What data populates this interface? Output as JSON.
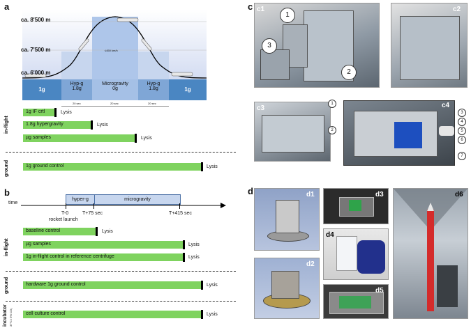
{
  "panels": {
    "a": "a",
    "b": "b",
    "c": "c",
    "d": "d"
  },
  "flight_profile": {
    "altitudes": [
      "ca. 8'500 m",
      "ca. 7'500 m",
      "ca. 6'000 m"
    ],
    "speed": "≤450 km/h",
    "phases": [
      {
        "name": "1g",
        "sub": ""
      },
      {
        "name": "Hyp-g",
        "sub": "1.8g"
      },
      {
        "name": "Microgravity",
        "sub": "0g"
      },
      {
        "name": "Hyp-g",
        "sub": "1.8g"
      },
      {
        "name": "1g",
        "sub": ""
      }
    ],
    "durations": [
      "20 sec",
      "20 sec",
      "20 sec"
    ]
  },
  "panel_a": {
    "inflight_label": "in-flight",
    "ground_label": "ground",
    "bars": [
      {
        "label": "1g IF crtl",
        "lysis": "Lysis",
        "fraction": 0.17
      },
      {
        "label": "1.8g hypergravity",
        "lysis": "Lysis",
        "fraction": 0.36
      },
      {
        "label": "µg samples",
        "lysis": "Lysis",
        "fraction": 0.58
      }
    ],
    "ground_bar": {
      "label": "1g ground control",
      "lysis": "Lysis",
      "fraction": 0.92
    }
  },
  "panel_b": {
    "time_label": "time",
    "phase_hyper": "hyper-g",
    "phase_micro": "microgravity",
    "t0": "T-0",
    "t0_sub": "rocket launch",
    "t75": "T+75 sec",
    "t415": "T+415 sec",
    "inflight_label": "in-flight",
    "ground_label": "ground",
    "incubator_label": "incubator",
    "incubator_sub": "37°C / 5% CO₂",
    "bars": [
      {
        "label": "baseline control",
        "lysis": "Lysis"
      },
      {
        "label": "µg samples",
        "lysis": "Lysis"
      },
      {
        "label": "1g in-flight control in reference centrifuge",
        "lysis": "Lysis"
      }
    ],
    "ground_bar": {
      "label": "hardware 1g ground control",
      "lysis": "Lysis"
    },
    "incubator_bar": {
      "label": "cell culture control",
      "lysis": "Lysis"
    }
  },
  "panel_c": {
    "sub": [
      "c1",
      "c2",
      "c3",
      "c4"
    ],
    "c1_markers": [
      "1",
      "2",
      "3"
    ],
    "c4_markers": [
      "1",
      "2",
      "3",
      "4",
      "5",
      "6",
      "7"
    ]
  },
  "panel_d": {
    "sub": [
      "d1",
      "d2",
      "d3",
      "d4",
      "d5",
      "d6"
    ]
  },
  "colors": {
    "bar": "#7fd35f",
    "sky_top": "#ffffff",
    "sky_bottom": "#dfe6f6",
    "water": "#3f7fbf",
    "phase_light": "#b8cdea"
  }
}
